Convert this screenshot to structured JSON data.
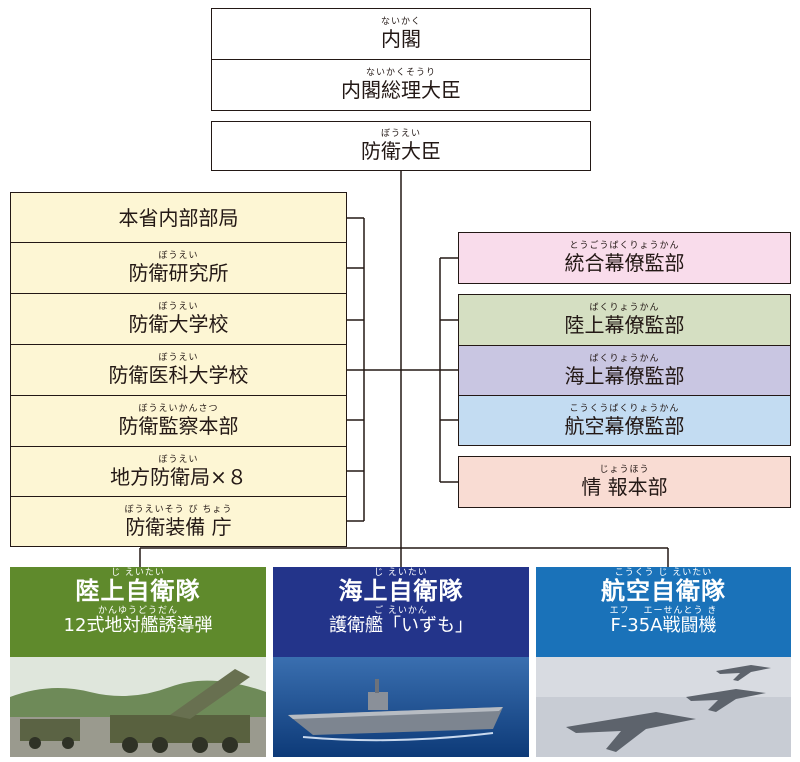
{
  "top": {
    "cabinet": {
      "ruby": "ないかく",
      "label": "内閣"
    },
    "pm": {
      "ruby": "ないかくそうり",
      "label": "内閣総理大臣"
    },
    "minister": {
      "ruby": "ぼうえい",
      "label": "防衛大臣"
    }
  },
  "left": [
    {
      "ruby": "",
      "label": "本省内部部局"
    },
    {
      "ruby": "ぼうえい",
      "label": "防衛研究所"
    },
    {
      "ruby": "ぼうえい",
      "label": "防衛大学校"
    },
    {
      "ruby": "ぼうえい",
      "label": "防衛医科大学校"
    },
    {
      "ruby": "ぼうえいかんさつ",
      "label": "防衛監察本部"
    },
    {
      "ruby": "ぼうえい",
      "label": "地方防衛局×８"
    },
    {
      "ruby": "ぼうえいそう び ちょう",
      "label": "防衛装備 庁"
    }
  ],
  "right": [
    {
      "ruby": "とうごうばくりょうかん",
      "label": "統合幕僚監部",
      "color": "#f9dceb"
    },
    {
      "ruby": "ばくりょうかん",
      "label": "陸上幕僚監部",
      "color": "#d5dfc2"
    },
    {
      "ruby": "ばくりょうかん",
      "label": "海上幕僚監部",
      "color": "#c9c6e2"
    },
    {
      "ruby": "こうくうばくりょうかん",
      "label": "航空幕僚監部",
      "color": "#c3dcf2"
    },
    {
      "ruby": "じょうほう",
      "label": "情 報本部",
      "color": "#f9dcd3"
    }
  ],
  "forces": [
    {
      "title_ruby": "じ えいたい",
      "title": "陸上自衛隊",
      "sub_ruby": "かんゆうどうだん",
      "sub": "12式地対艦誘導弾",
      "color": "#5f8a2c",
      "photo": "missile-launcher-truck"
    },
    {
      "title_ruby": "じ えいたい",
      "title": "海上自衛隊",
      "sub_ruby": "ご えいかん",
      "sub": "護衛艦「いずも」",
      "color": "#23348a",
      "photo": "destroyer-izumo"
    },
    {
      "title_ruby": "こうくう じ えいたい",
      "title": "航空自衛隊",
      "sub_ruby": "エフ　 エーせんとう き",
      "sub": "F-35A戦闘機",
      "color": "#1a72b9",
      "photo": "f35a-fighter-jets"
    }
  ]
}
